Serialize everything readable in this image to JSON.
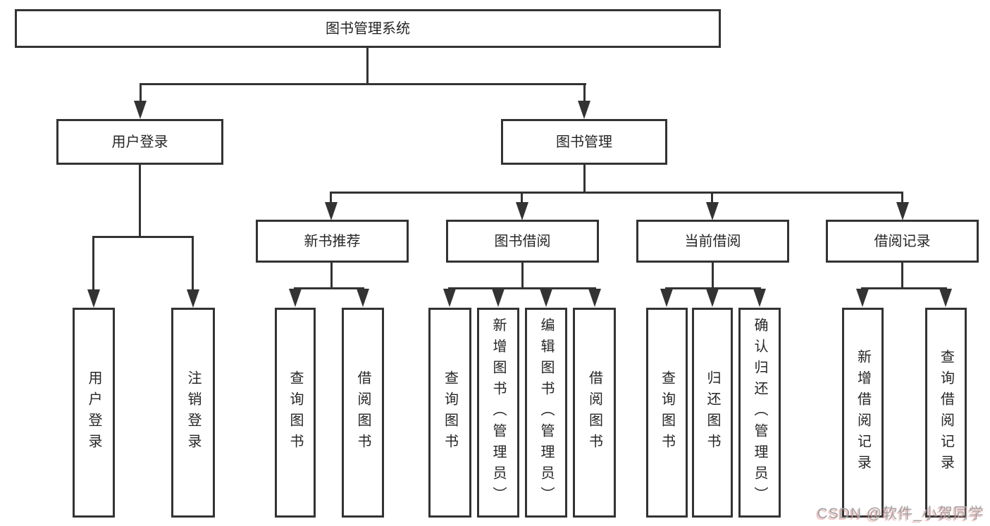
{
  "diagram": {
    "type": "tree",
    "root": {
      "label": "图书管理系统"
    },
    "branches": [
      {
        "label": "用户登录",
        "children": [
          "用户登录",
          "注销登录"
        ]
      },
      {
        "label": "图书管理",
        "sections": [
          {
            "label": "新书推荐",
            "children": [
              "查询图书",
              "借阅图书"
            ]
          },
          {
            "label": "图书借阅",
            "children": [
              "查询图书",
              "新增图书（管理员）",
              "编辑图书（管理员）",
              "借阅图书"
            ]
          },
          {
            "label": "当前借阅",
            "children": [
              "查询图书",
              "归还图书",
              "确认归还（管理员）"
            ]
          },
          {
            "label": "借阅记录",
            "children": [
              "新增借阅记录",
              "查询借阅记录"
            ]
          }
        ]
      }
    ]
  },
  "watermark": {
    "text": "CSDN @软件_小贺同学"
  },
  "colors": {
    "line": "#333333",
    "text": "#262626",
    "background": "#ffffff",
    "watermark": "#a2a2a6",
    "watermark_shadow": "#d75f55"
  }
}
